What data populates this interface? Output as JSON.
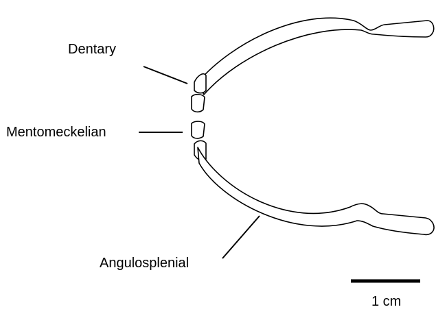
{
  "labels": {
    "dentary": "Dentary",
    "mentomeckelian": "Mentomeckelian",
    "angulosplenial": "Angulosplenial"
  },
  "scale_bar": {
    "label": "1 cm"
  },
  "colors": {
    "line": "#000000",
    "fill": "#ffffff",
    "background": "#ffffff"
  }
}
